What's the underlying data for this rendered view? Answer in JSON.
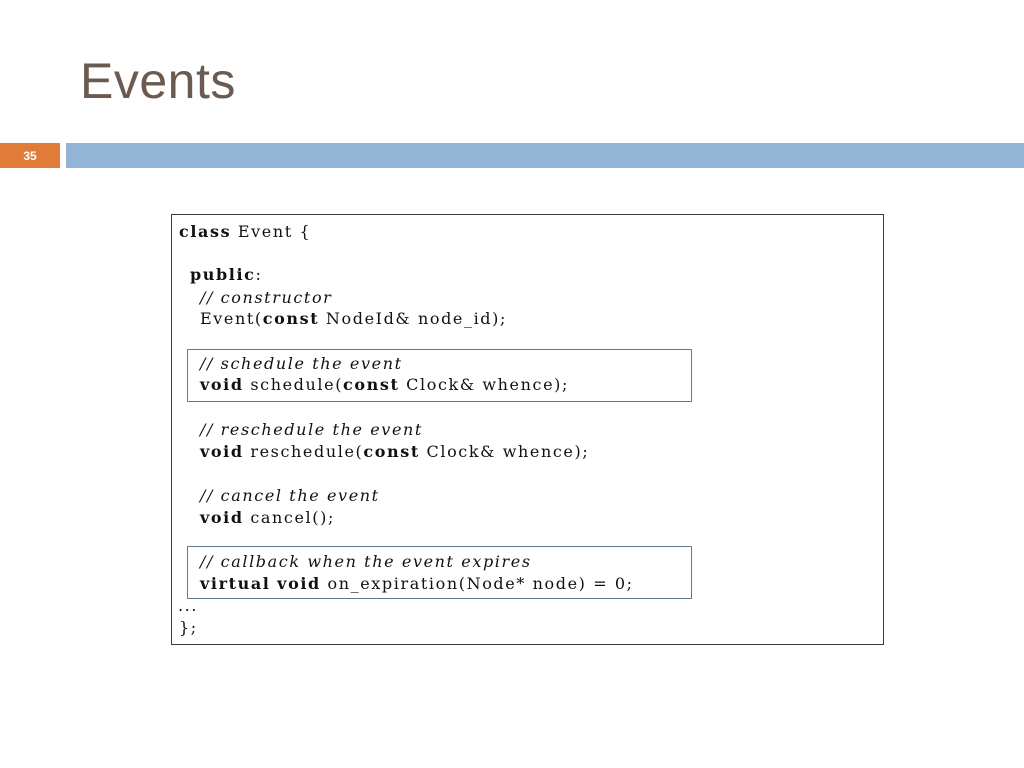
{
  "slide": {
    "title": "Events",
    "number": "35"
  },
  "code": {
    "lines": [
      {
        "segments": [
          {
            "t": "class",
            "s": "b"
          },
          {
            "t": " Event {",
            "s": "n"
          }
        ]
      },
      {
        "segments": [
          {
            "t": "public",
            "s": "b"
          },
          {
            "t": ":",
            "s": "n"
          }
        ]
      },
      {
        "segments": [
          {
            "t": "// constructor",
            "s": "i"
          }
        ]
      },
      {
        "segments": [
          {
            "t": "Event(",
            "s": "n"
          },
          {
            "t": "const",
            "s": "b"
          },
          {
            "t": " NodeId& node_id);",
            "s": "n"
          }
        ]
      },
      {
        "segments": [
          {
            "t": "// schedule the event",
            "s": "i"
          }
        ]
      },
      {
        "segments": [
          {
            "t": "void",
            "s": "b"
          },
          {
            "t": " schedule(",
            "s": "n"
          },
          {
            "t": "const",
            "s": "b"
          },
          {
            "t": " Clock& whence);",
            "s": "n"
          }
        ]
      },
      {
        "segments": [
          {
            "t": "// reschedule the event",
            "s": "i"
          }
        ]
      },
      {
        "segments": [
          {
            "t": "void",
            "s": "b"
          },
          {
            "t": " reschedule(",
            "s": "n"
          },
          {
            "t": "const",
            "s": "b"
          },
          {
            "t": " Clock& whence);",
            "s": "n"
          }
        ]
      },
      {
        "segments": [
          {
            "t": "// cancel the event",
            "s": "i"
          }
        ]
      },
      {
        "segments": [
          {
            "t": "void",
            "s": "b"
          },
          {
            "t": " cancel();",
            "s": "n"
          }
        ]
      },
      {
        "segments": [
          {
            "t": "// callback when the event expires",
            "s": "i"
          }
        ]
      },
      {
        "segments": [
          {
            "t": "virtual",
            "s": "b"
          },
          {
            "t": " ",
            "s": "n"
          },
          {
            "t": "void",
            "s": "b"
          },
          {
            "t": " on_expiration(Node* node) = 0;",
            "s": "n"
          }
        ]
      },
      {
        "segments": [
          {
            "t": "...",
            "s": "n"
          }
        ]
      },
      {
        "segments": [
          {
            "t": "};",
            "s": "n"
          }
        ]
      }
    ]
  }
}
